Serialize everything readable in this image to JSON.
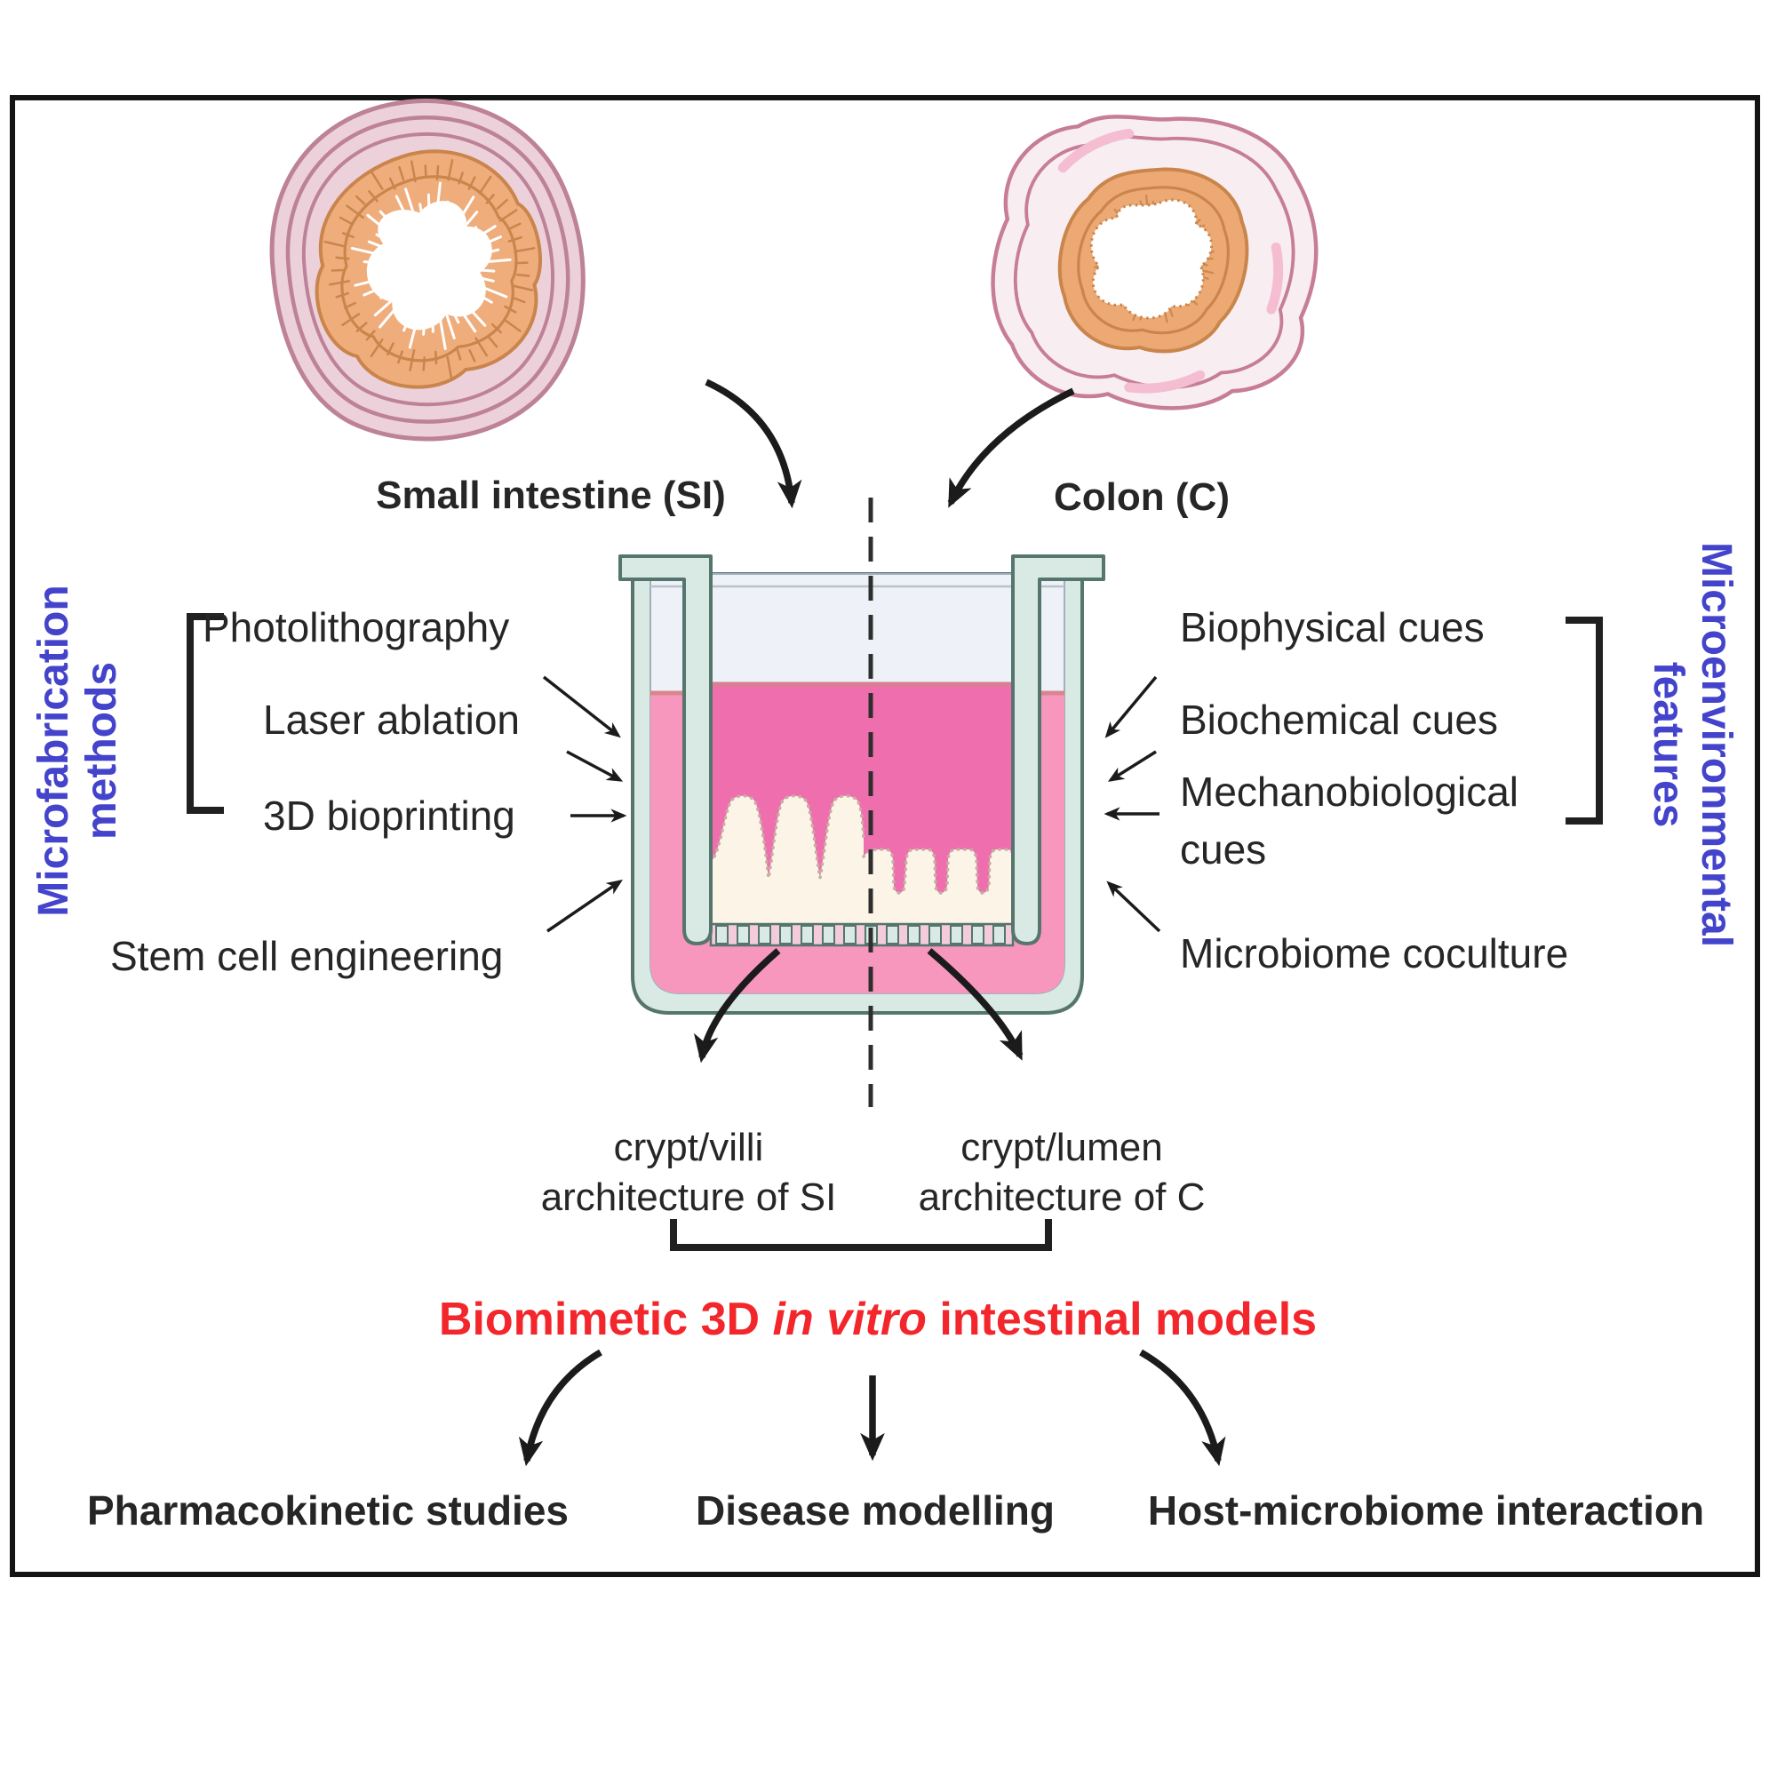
{
  "figure": {
    "organ_si": {
      "label": "Small intestine (SI)"
    },
    "organ_colon": {
      "label": "Colon (C)"
    },
    "left_panel": {
      "title_lines": [
        "Microfabrication",
        "methods"
      ],
      "items": [
        "Photolithography",
        "Laser ablation",
        "3D bioprinting",
        "Stem cell engineering"
      ]
    },
    "right_panel": {
      "title_lines": [
        "Microenvironmental",
        "features"
      ],
      "items": [
        "Biophysical cues",
        "Biochemical cues",
        "Mechanobiological cues",
        "Microbiome coculture"
      ],
      "item_display_lines": [
        "Biophysical cues",
        "Biochemical cues",
        "Mechanobiological",
        "cues",
        "Microbiome coculture"
      ]
    },
    "outcomes": {
      "si_lines": [
        "crypt/villi",
        "architecture of SI"
      ],
      "colon_lines": [
        "crypt/lumen",
        "architecture of C"
      ]
    },
    "central_title": {
      "prefix": "Biomimetic 3D ",
      "italic": "in vitro",
      "suffix": " intestinal models"
    },
    "applications": [
      "Pharmacokinetic studies",
      "Disease modelling",
      "Host-microbiome interaction"
    ],
    "colors": {
      "accent_blue": "#4343cb",
      "accent_red": "#f2262b",
      "medium_inner": "#ef6fae",
      "medium_outer": "#f897bd",
      "vessel_fill": "#d9e9e4",
      "vessel_outline": "#55756d",
      "tissue": "#fdf4e8",
      "text": "#262626"
    }
  }
}
